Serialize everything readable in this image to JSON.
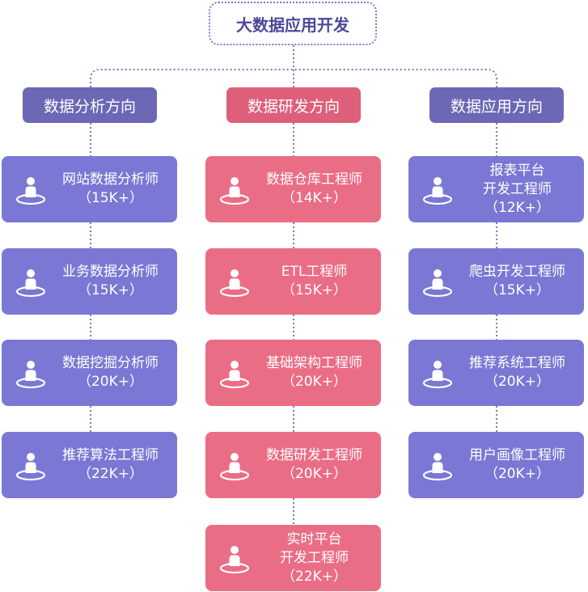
{
  "root": {
    "title": "大数据应用开发"
  },
  "colors": {
    "purple_card": "#7a78d4",
    "purple_header": "#6c68b6",
    "pink_card": "#ea6d86",
    "pink_header": "#de5f7a",
    "connector": "#7b78c8"
  },
  "columns": [
    {
      "title": "数据分析方向",
      "theme": "purple",
      "cards": [
        {
          "lines": [
            "网站数据分析师"
          ],
          "salary": "（15K+）",
          "icon": "person-icon"
        },
        {
          "lines": [
            "业务数据分析师"
          ],
          "salary": "（15K+）",
          "icon": "person-icon"
        },
        {
          "lines": [
            "数据挖掘分析师"
          ],
          "salary": "（20K+）",
          "icon": "person-icon"
        },
        {
          "lines": [
            "推荐算法工程师"
          ],
          "salary": "（22K+）",
          "icon": "person-icon"
        }
      ]
    },
    {
      "title": "数据研发方向",
      "theme": "pink",
      "cards": [
        {
          "lines": [
            "数据仓库工程师"
          ],
          "salary": "（14K+）",
          "icon": "person-icon"
        },
        {
          "lines": [
            "ETL工程师"
          ],
          "salary": "（15K+）",
          "icon": "person-icon"
        },
        {
          "lines": [
            "基础架构工程师"
          ],
          "salary": "（20K+）",
          "icon": "person-icon"
        },
        {
          "lines": [
            "数据研发工程师"
          ],
          "salary": "（20K+）",
          "icon": "person-icon"
        },
        {
          "lines": [
            "实时平台",
            "开发工程师"
          ],
          "salary": "（22K+）",
          "icon": "person-icon"
        }
      ]
    },
    {
      "title": "数据应用方向",
      "theme": "purple",
      "cards": [
        {
          "lines": [
            "报表平台",
            "开发工程师"
          ],
          "salary": "（12K+）",
          "icon": "person-icon"
        },
        {
          "lines": [
            "爬虫开发工程师"
          ],
          "salary": "（15K+）",
          "icon": "person-icon"
        },
        {
          "lines": [
            "推荐系统工程师"
          ],
          "salary": "（20K+）",
          "icon": "person-icon"
        },
        {
          "lines": [
            "用户画像工程师"
          ],
          "salary": "（20K+）",
          "icon": "person-icon"
        }
      ]
    }
  ]
}
